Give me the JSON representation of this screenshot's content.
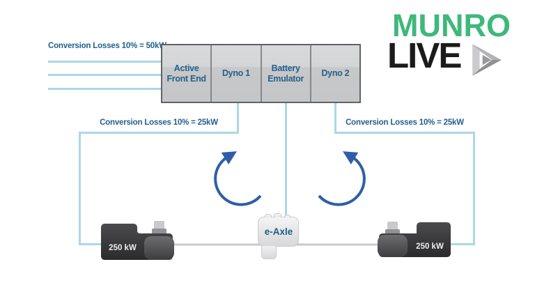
{
  "logo": {
    "word_top": "MUNRO",
    "word_bottom": "LIVE"
  },
  "rack": {
    "cells": [
      {
        "label": "Active Front End"
      },
      {
        "label": "Dyno 1"
      },
      {
        "label": "Battery Emulator"
      },
      {
        "label": "Dyno 2"
      }
    ]
  },
  "labels": {
    "input_loss": "Conversion Losses 10% = 50kW",
    "dyno1_loss": "Conversion Losses 10% = 25kW",
    "dyno2_loss": "Conversion Losses 10% = 25kW",
    "eaxle": "e-Axle",
    "left_dyno_power": "250 kW",
    "right_dyno_power": "250 kW"
  },
  "colors": {
    "logo_green": "#3eb87b",
    "logo_black": "#1b1b1b",
    "line_blue": "#abd7e9",
    "diagram_text_blue": "#24608c",
    "arrow_blue": "#2e5ea8",
    "shaft_gray": "#cacaca",
    "rack_fill": "#cdced0",
    "machine_dark": "#323234"
  },
  "icons": {
    "logo_mark": "penrose-play-triangle",
    "left_rotation": "rotation-arrow-clockwise",
    "right_rotation": "rotation-arrow-counterclockwise"
  }
}
